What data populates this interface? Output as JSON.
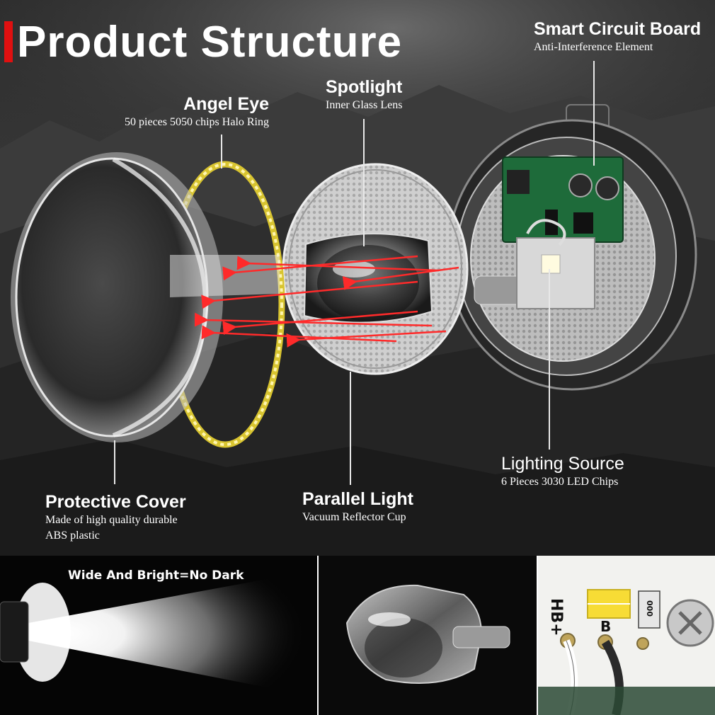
{
  "title": "Product Structure",
  "accent_color": "#e01010",
  "labels": {
    "smart_circuit_board": {
      "heading": "Smart Circuit Board",
      "sub": "Anti-Interference Element"
    },
    "spotlight": {
      "heading": "Spotlight",
      "sub": "Inner Glass Lens"
    },
    "angel_eye": {
      "heading": "Angel Eye",
      "sub": "50 pieces 5050 chips Halo Ring"
    },
    "lighting_source": {
      "heading": "Lighting Source",
      "sub": "6 Pieces 3030 LED Chips"
    },
    "protective_cover": {
      "heading": "Protective Cover",
      "sub_line1": "Made of high quality durable",
      "sub_line2": "ABS plastic"
    },
    "parallel_light": {
      "heading": "Parallel Light",
      "sub": "Vacuum Reflector Cup"
    }
  },
  "panels": {
    "beam": {
      "caption": "Wide And Bright=No Dark"
    },
    "board": {
      "hb_plus": "HB+",
      "b_text": "B",
      "resistor": "000"
    }
  },
  "icons": [
    "protective-cover-image",
    "halo-ring-image",
    "reflector-image",
    "housing-image",
    "circuit-board-image",
    "light-beam-image",
    "lens-closeup-image",
    "board-closeup-image"
  ]
}
